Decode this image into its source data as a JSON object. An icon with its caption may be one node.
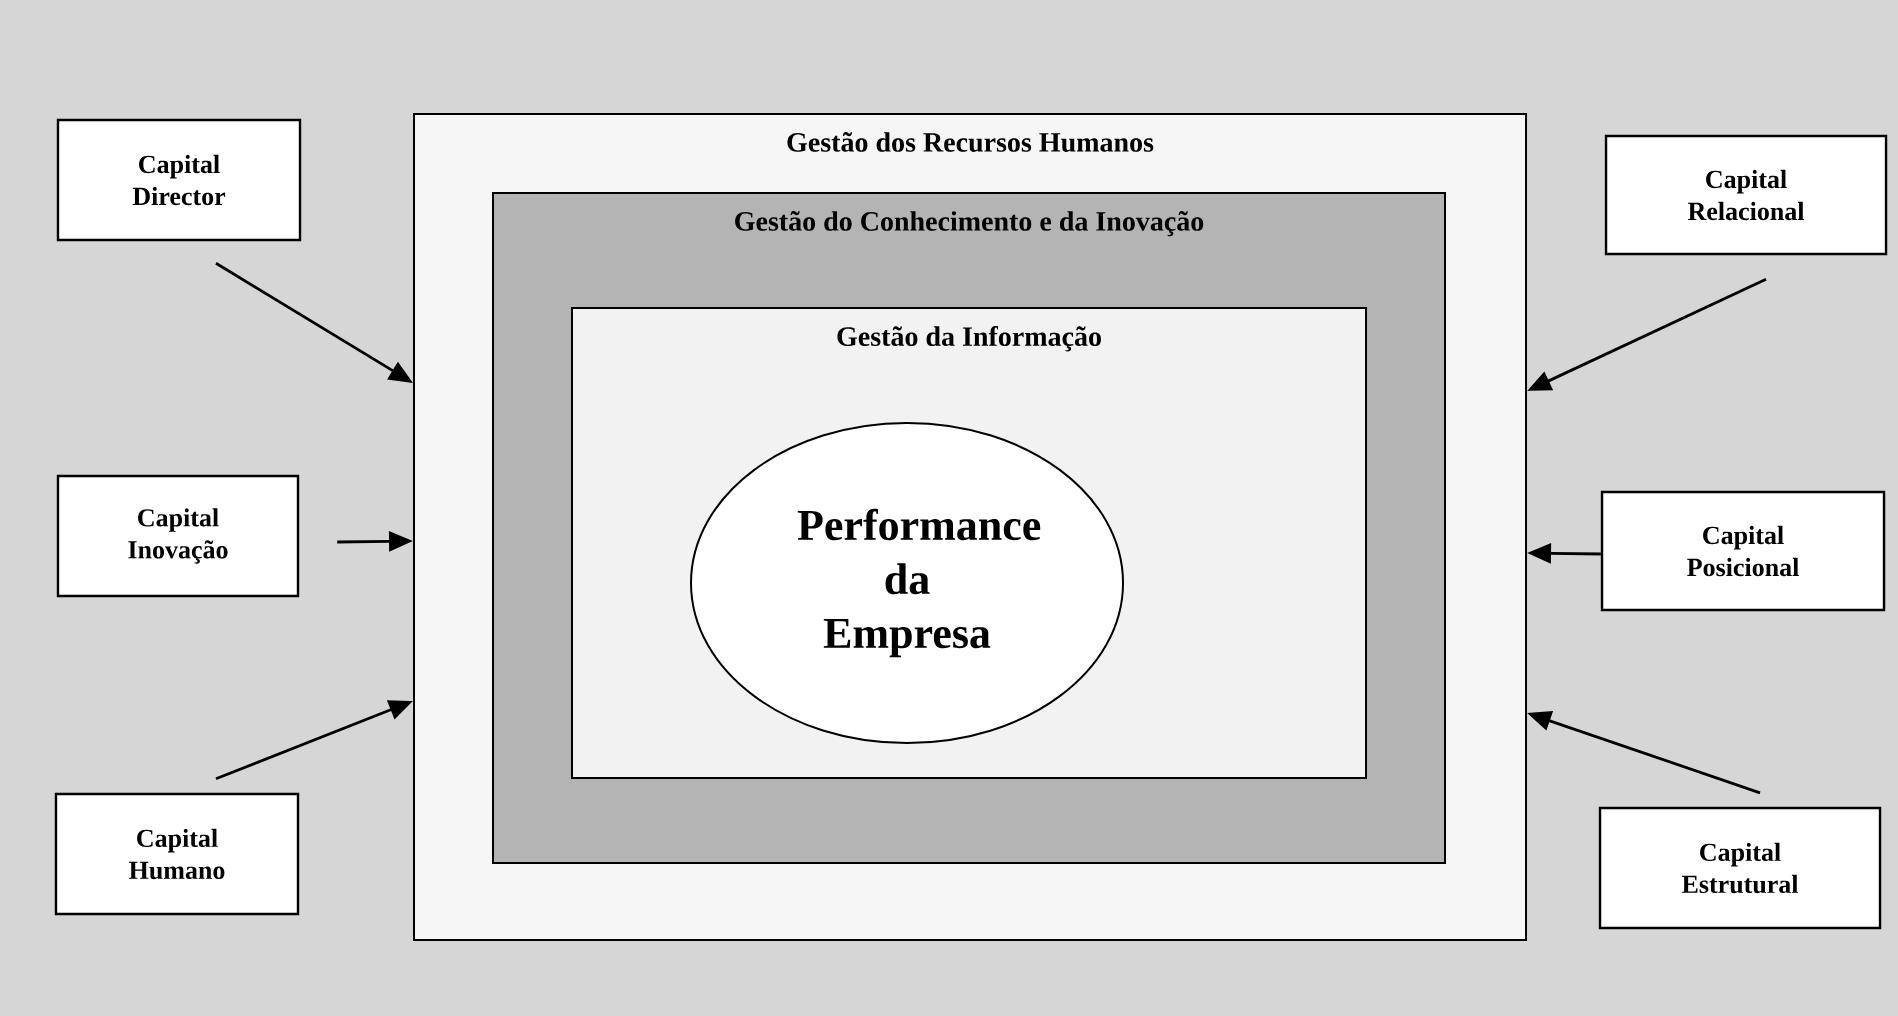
{
  "diagram": {
    "nodes": [
      {
        "text": [
          "Gestão dos Recursos Humanos"
        ]
      },
      {
        "text": [
          "Gestão do Conhecimento e da Inovação"
        ],
        "in": 0
      },
      {
        "text": [
          "Gestão da Informação"
        ],
        "in": 1
      },
      {
        "text": [
          "Performance da Empresa"
        ],
        "in": 2
      },
      {
        "text": [
          "Capital Director"
        ]
      },
      {
        "text": [
          "Capital Inovação"
        ]
      },
      {
        "text": [
          "Capital Humano"
        ]
      },
      {
        "text": [
          "Capital Relacional"
        ]
      },
      {
        "text": [
          "Capital Posicional"
        ]
      },
      {
        "text": [
          "Capital Estrutural"
        ]
      }
    ],
    "edges": [
      {
        "from": 4,
        "to": 0,
        "arrow": "to"
      },
      {
        "from": 5,
        "to": 0,
        "arrow": "to"
      },
      {
        "from": 6,
        "to": 0,
        "arrow": "to"
      },
      {
        "from": 7,
        "to": 0,
        "arrow": "to"
      },
      {
        "from": 8,
        "to": 0,
        "arrow": "to"
      },
      {
        "from": 9,
        "to": 0,
        "arrow": "to"
      }
    ]
  }
}
